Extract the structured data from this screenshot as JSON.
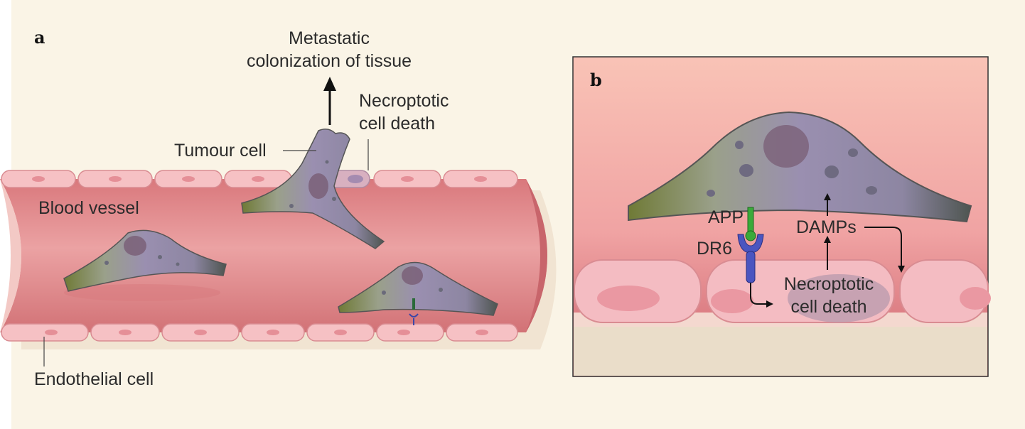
{
  "panel_a": {
    "letter": "a",
    "labels": {
      "metastatic_line1": "Metastatic",
      "metastatic_line2": "colonization of tissue",
      "necroptotic_line1": "Necroptotic",
      "necroptotic_line2": "cell death",
      "tumour_cell": "Tumour cell",
      "blood_vessel": "Blood vessel",
      "endothelial_cell": "Endothelial cell"
    }
  },
  "panel_b": {
    "letter": "b",
    "labels": {
      "app": "APP",
      "dr6": "DR6",
      "damps": "DAMPs",
      "necroptotic_line1": "Necroptotic",
      "necroptotic_line2": "cell death"
    }
  },
  "colors": {
    "background": "#faf4e6",
    "vessel": "#e28a8c",
    "endothelial": "#f6c1c4",
    "tumour_cell": "#8e7fa0",
    "tumour_edge": "#7c8a3e",
    "app_receptor": "#3aaa3a",
    "dr6_receptor": "#3a46a8"
  }
}
